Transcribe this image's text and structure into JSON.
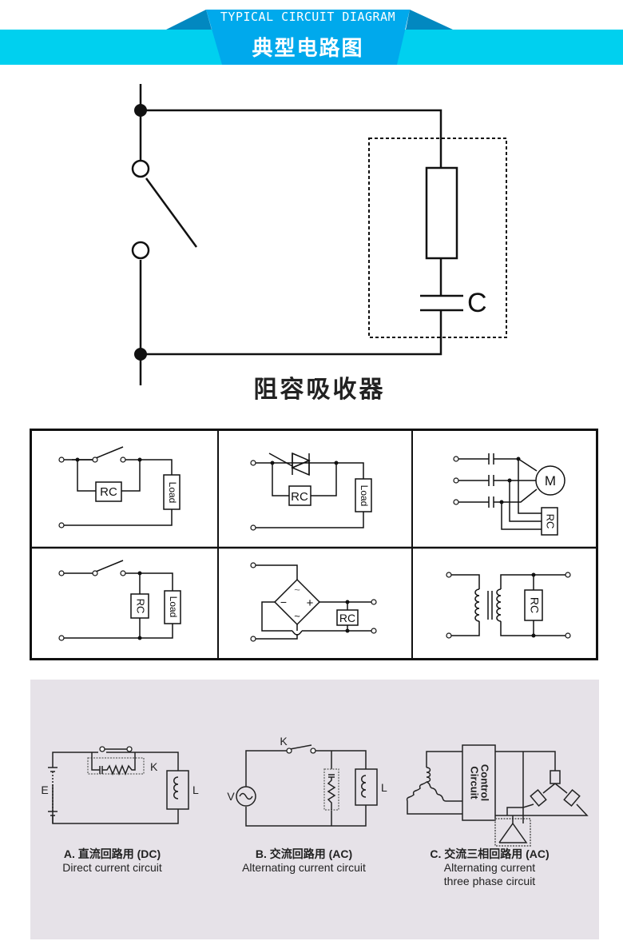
{
  "header": {
    "title_en": "TYPICAL CIRCUIT DIAGRAM",
    "title_cn": "典型电路图",
    "colors": {
      "bar": "#00d0ef",
      "center": "#00a9ec",
      "flap": "#0288c0"
    }
  },
  "main_diagram": {
    "capacitor_label": "C",
    "caption": "阻容吸收器"
  },
  "grid": {
    "cells": [
      {
        "id": "parallel-switch",
        "rc_label": "RC",
        "load_label": "Load"
      },
      {
        "id": "parallel-thyristor",
        "rc_label": "RC",
        "load_label": "Load"
      },
      {
        "id": "motor-three-phase",
        "rc_label": "RC",
        "motor_label": "M"
      },
      {
        "id": "parallel-load",
        "rc_label": "RC",
        "load_label": "Load"
      },
      {
        "id": "bridge-rectifier",
        "rc_label": "RC",
        "minus": "−",
        "plus": "+",
        "ac1": "~",
        "ac2": "~"
      },
      {
        "id": "transformer",
        "rc_label": "RC"
      }
    ]
  },
  "applications": {
    "background": "#e6e2e8",
    "items": [
      {
        "cn": "A. 直流回路用 (DC)",
        "en": "Direct current circuit",
        "labels": {
          "E": "E",
          "K": "K",
          "L": "L"
        }
      },
      {
        "cn": "B. 交流回路用 (AC)",
        "en": "Alternating current circuit",
        "labels": {
          "V": "V",
          "K": "K",
          "L": "L"
        }
      },
      {
        "cn": "C. 交流三相回路用 (AC)",
        "en_line1": "Alternating current",
        "en_line2": "three phase circuit",
        "control_label_1": "Control",
        "control_label_2": "Circuit"
      }
    ]
  }
}
